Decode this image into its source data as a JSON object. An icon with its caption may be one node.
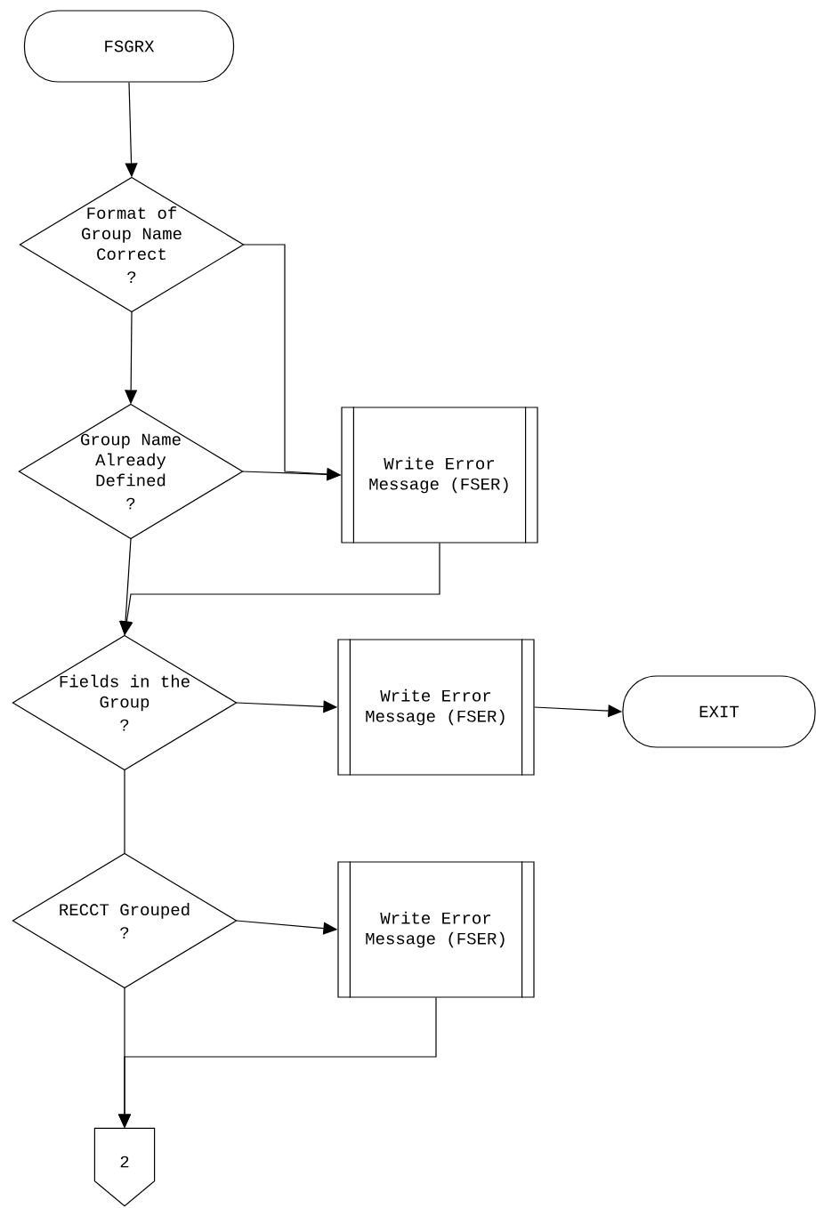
{
  "diagram": {
    "nodes": [
      {
        "text": [
          "FSGRX"
        ]
      },
      {
        "text": [
          "Format of Group Name Correct",
          "?"
        ]
      },
      {
        "text": [
          "Group Name Already Defined",
          "?"
        ]
      },
      {
        "text": [
          "Write Error Message (FSER)"
        ]
      },
      {
        "text": [
          "Fields in the Group",
          "?"
        ]
      },
      {
        "text": [
          "Write Error Message (FSER)"
        ]
      },
      {
        "text": [
          "EXIT"
        ]
      },
      {
        "text": [
          "RECCT Grouped",
          "?"
        ]
      },
      {
        "text": [
          "Write Error Message (FSER)"
        ]
      },
      {
        "text": [
          "2"
        ]
      }
    ],
    "edges": [
      {
        "from": 0,
        "to": 1,
        "arrow": "to"
      },
      {
        "from": 1,
        "to": 2,
        "arrow": "to"
      },
      {
        "from": 1,
        "to": 3,
        "arrow": "to"
      },
      {
        "from": 2,
        "to": 3,
        "arrow": "to"
      },
      {
        "from": 3,
        "to": 4,
        "arrow": "to"
      },
      {
        "from": 2,
        "to": 4,
        "arrow": "to"
      },
      {
        "from": 4,
        "to": 5,
        "arrow": "to"
      },
      {
        "from": 5,
        "to": 6,
        "arrow": "to"
      },
      {
        "from": 4,
        "to": 7,
        "arrow": "none"
      },
      {
        "from": 7,
        "to": 8,
        "arrow": "to"
      },
      {
        "from": 8,
        "to": 9,
        "arrow": "to"
      },
      {
        "from": 7,
        "to": 9,
        "arrow": "to"
      }
    ]
  }
}
